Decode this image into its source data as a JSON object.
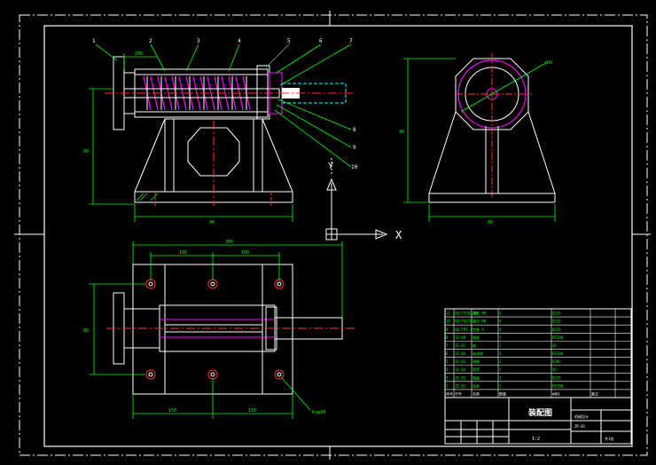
{
  "colors": {
    "background": "#000000",
    "frame": "#ffffff",
    "part": "#ffffff",
    "dimension": "#00ff00",
    "centerline": "#ff3030",
    "hidden": "#ff00ff",
    "leader": "#00ff00",
    "shaft": "#00ffff",
    "ucs": "#ffffff"
  },
  "balloons": {
    "top": [
      "1",
      "2",
      "3",
      "4",
      "5",
      "6",
      "7"
    ],
    "right": [
      "8",
      "9",
      "10"
    ]
  },
  "dims": {
    "front_top": "200",
    "front_height": "80",
    "front_width": "40",
    "side_height": "40",
    "side_width": "80",
    "plan_total": "300",
    "plan_left": "100",
    "plan_mid": "100",
    "plan_height": "80",
    "plan_bottom_left": "150",
    "plan_bottom_right": "150",
    "plan_holes": "6×φ10",
    "side_callout": "φ60"
  },
  "ucs": {
    "x_label": "X",
    "y_label": "Y"
  },
  "parts_list": [
    {
      "no": "11",
      "code": "GB/T5782-86",
      "name": "螺栓 M8",
      "qty": "4",
      "material": "Q235",
      "note": ""
    },
    {
      "no": "10",
      "code": "GB/T6170",
      "name": "螺母 M8",
      "qty": "4",
      "material": "Q235",
      "note": ""
    },
    {
      "no": "9",
      "code": "GB/T97.1",
      "name": "垫圈 8",
      "qty": "4",
      "material": "Q235",
      "note": ""
    },
    {
      "no": "8",
      "code": "JZ-08",
      "name": "端盖",
      "qty": "1",
      "material": "HT200",
      "note": ""
    },
    {
      "no": "7",
      "code": "JZ-07",
      "name": "轴",
      "qty": "1",
      "material": "45",
      "note": ""
    },
    {
      "no": "6",
      "code": "JZ-06",
      "name": "轴承座",
      "qty": "1",
      "material": "HT200",
      "note": ""
    },
    {
      "no": "5",
      "code": "JZ-05",
      "name": "弹簧",
      "qty": "1",
      "material": "65Mn",
      "note": ""
    },
    {
      "no": "4",
      "code": "JZ-04",
      "name": "套筒",
      "qty": "1",
      "material": "45",
      "note": ""
    },
    {
      "no": "3",
      "code": "JZ-03",
      "name": "端盖",
      "qty": "1",
      "material": "Q235",
      "note": ""
    },
    {
      "no": "2",
      "code": "JZ-02",
      "name": "底座",
      "qty": "1",
      "material": "HT200",
      "note": ""
    }
  ],
  "parts_header": {
    "no": "序号",
    "code": "代号",
    "name": "名称",
    "qty": "数量",
    "material": "材料",
    "note": "备注"
  },
  "title_block": {
    "title": "装配图",
    "scale": "1:2",
    "sheet": "共1张",
    "drawing_no": "ZP-01",
    "company": "机械设计"
  }
}
